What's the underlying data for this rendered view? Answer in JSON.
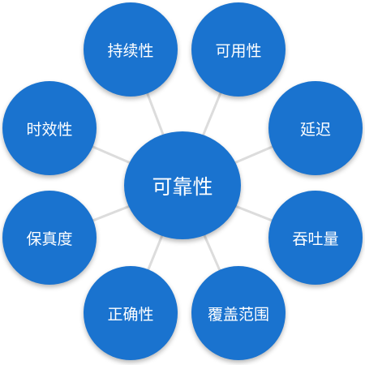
{
  "diagram": {
    "center": {
      "label": "可靠性"
    },
    "nodes": [
      {
        "label": "持续性"
      },
      {
        "label": "可用性"
      },
      {
        "label": "延迟"
      },
      {
        "label": "吞吐量"
      },
      {
        "label": "覆盖范围"
      },
      {
        "label": "正确性"
      },
      {
        "label": "保真度"
      },
      {
        "label": "时效性"
      }
    ],
    "colors": {
      "node_fill": "#1a73cf",
      "node_text": "#ffffff",
      "connector": "#dcdcdc",
      "background": "#ffffff"
    }
  }
}
